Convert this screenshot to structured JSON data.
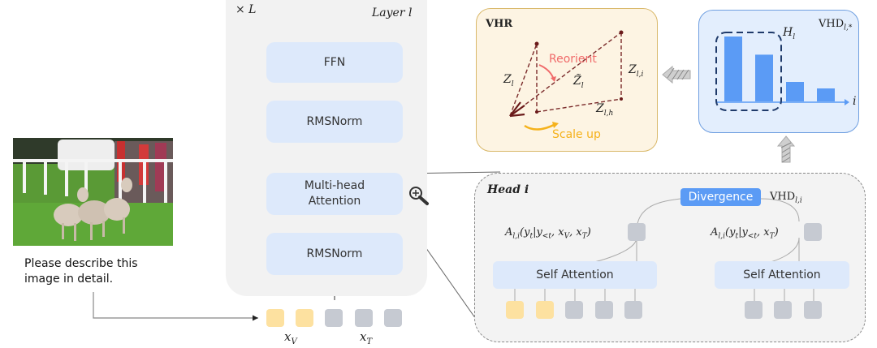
{
  "figure": {
    "input": {
      "image_alt": "Three lambs walking on grass in front of a white fence with spectators",
      "prompt": "Please describe this image in detail."
    },
    "layer": {
      "repeat_label": "× L",
      "title": "Layer l",
      "blocks": [
        "FFN",
        "RMSNorm",
        "Multi-head Attention",
        "RMSNorm"
      ],
      "tokens": [
        {
          "type": "visual"
        },
        {
          "type": "visual"
        },
        {
          "type": "text"
        },
        {
          "type": "text"
        },
        {
          "type": "text"
        }
      ],
      "token_labels": {
        "visual": "x_V",
        "text": "x_T"
      }
    },
    "zoom_icon": "magnifier-plus-icon",
    "vhr": {
      "title": "VHR",
      "vectors": {
        "z": "Z_l",
        "z_tilde": "Z̃_l",
        "z_i": "Z_{l,i}",
        "z_h": "Z_{l,h}"
      },
      "reorient_label": "Reorient",
      "scale_label": "Scale up",
      "colors": {
        "reorient": "#f06a6a",
        "scale": "#f5b21c",
        "vector": "#7a2a2a"
      }
    },
    "vhd": {
      "title": "VHD_{l,*}",
      "highlight_label": "H_l",
      "axis_label": "i",
      "bar_values": [
        1.0,
        0.72,
        0.3,
        0.2
      ],
      "bar_color": "#5b9bf5"
    },
    "head": {
      "title": "Head i",
      "divergence_label": "Divergence",
      "vhd_label": "VHD_{l,i}",
      "left_formula": "A_{l,i}(y_t | y_{<t}, x_V, x_T)",
      "right_formula": "A_{l,i}(y_t | y_{<t}, x_T)",
      "self_attention_label": "Self Attention",
      "left_tokens": [
        "visual",
        "visual",
        "text",
        "text",
        "text"
      ],
      "right_tokens": [
        "text",
        "text",
        "text"
      ]
    }
  }
}
